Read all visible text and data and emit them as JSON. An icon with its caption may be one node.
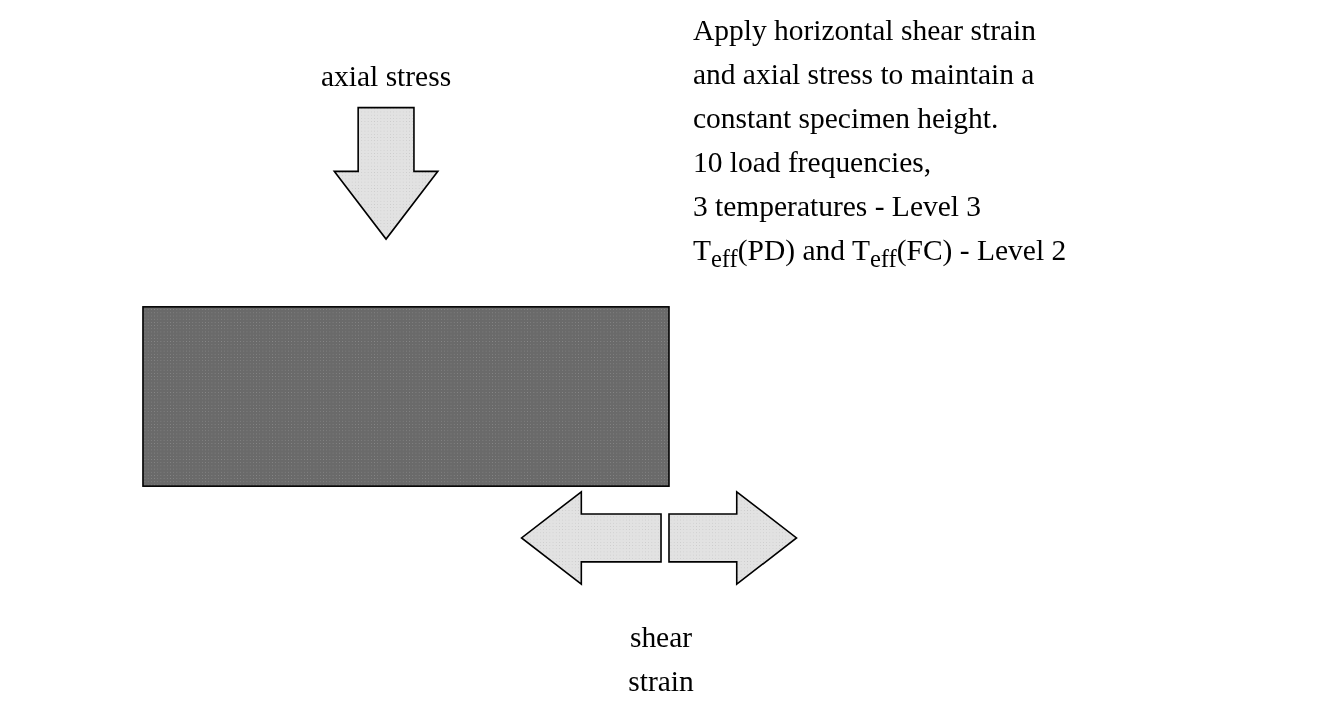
{
  "diagram": {
    "nodes": [
      {
        "text": [],
        "shape": "box"
      }
    ],
    "labels": [
      "Apply horizontal shear strain and axial stress to maintain a constant specimen height.",
      "axial stress",
      "10 load frequencies,",
      "3 temperatures - Level 3",
      "T$_{eff}$(PD) and T$_{eff}$(FC) - Level 2",
      "shear strain"
    ]
  }
}
